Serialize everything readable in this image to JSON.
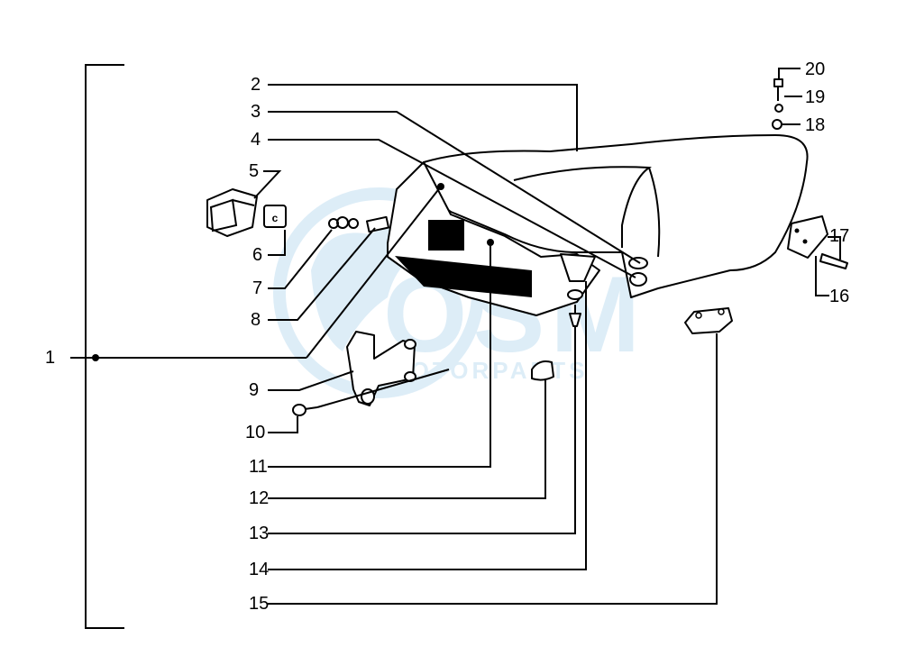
{
  "labels": {
    "l1": "1",
    "l2": "2",
    "l3": "3",
    "l4": "4",
    "l5": "5",
    "l6": "6",
    "l7": "7",
    "l8": "8",
    "l9": "9",
    "l10": "10",
    "l11": "11",
    "l12": "12",
    "l13": "13",
    "l14": "14",
    "l15": "15",
    "l16": "16",
    "l17": "17",
    "l18": "18",
    "l19": "19",
    "l20": "20"
  },
  "watermark": {
    "brand": "OSM",
    "sub": "MOTORPARTS",
    "color": "#4aa0d8"
  }
}
